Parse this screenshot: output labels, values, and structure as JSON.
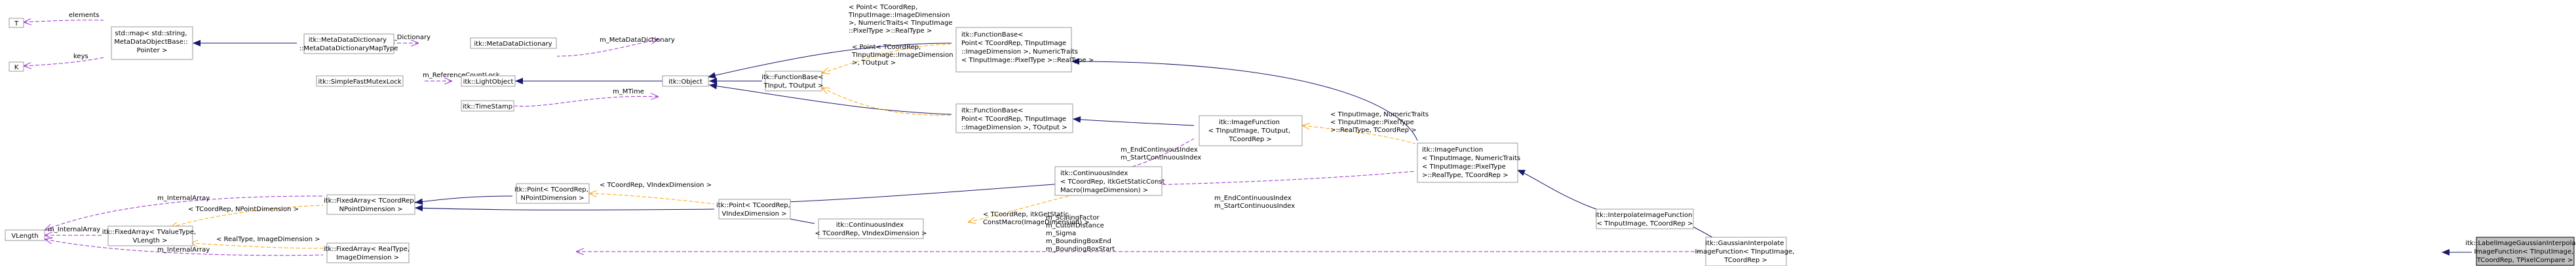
{
  "diagram": {
    "nodes": {
      "T": [
        "T"
      ],
      "K": [
        "K"
      ],
      "stdmap": [
        "std::map< std::string,",
        "MetaDataObjectBase::",
        "Pointer >"
      ],
      "mddmaptype": [
        "itk::MetaDataDictionary",
        "::MetaDataDictionaryMapType"
      ],
      "mdd": [
        "itk::MetaDataDictionary"
      ],
      "sfml": [
        "itk::SimpleFastMutexLock"
      ],
      "lightobject": [
        "itk::LightObject"
      ],
      "timestamp": [
        "itk::TimeStamp"
      ],
      "object": [
        "itk::Object"
      ],
      "fb_tinput": [
        "itk::FunctionBase<",
        "TInput, TOutput >"
      ],
      "fb_point_img": [
        "itk::FunctionBase<",
        "Point< TCoordRep, TInputImage",
        "::ImageDimension >, NumericTraits",
        "< TInputImage::PixelType >::RealType >"
      ],
      "fb_point_tout": [
        "itk::FunctionBase<",
        "Point< TCoordRep, TInputImage",
        "::ImageDimension >, TOutput >"
      ],
      "imagefunction_generic": [
        "itk::ImageFunction",
        "< TInputImage, TOutput,",
        "TCoordRep >"
      ],
      "imagefunction_real": [
        "itk::ImageFunction",
        "< TInputImage, NumericTraits",
        "< TInputImage::PixelType",
        ">::RealType, TCoordRep >"
      ],
      "interpolate": [
        "itk::InterpolateImageFunction",
        "< TInputImage, TCoordRep >"
      ],
      "gaussian": [
        "itk::GaussianInterpolate",
        "ImageFunction< TInputImage,",
        "TCoordRep >"
      ],
      "label": [
        "itk::LabelImageGaussianInterpolate",
        "ImageFunction< TInputImage,",
        "TCoordRep, TPixelCompare >"
      ],
      "vlength": [
        "VLength"
      ],
      "fixedarray_tvalue": [
        "itk::FixedArray< TValueType,",
        "VLength >"
      ],
      "fixedarray_coord": [
        "itk::FixedArray< TCoordRep,",
        "NPointDimension >"
      ],
      "fixedarray_real": [
        "itk::FixedArray< RealType,",
        "ImageDimension >"
      ],
      "point_npoint": [
        "itk::Point< TCoordRep,",
        "NPointDimension >"
      ],
      "point_vindex": [
        "itk::Point< TCoordRep,",
        "VIndexDimension >"
      ],
      "continuousindex_generic": [
        "itk::ContinuousIndex",
        "< TCoordRep, VIndexDimension >"
      ],
      "continuousindex_specific": [
        "itk::ContinuousIndex",
        "< TCoordRep, itkGetStaticConst",
        "Macro(ImageDimension) >"
      ]
    },
    "edges": {
      "elements": [
        "elements"
      ],
      "keys": [
        "keys"
      ],
      "dictionary": [
        "m_Dictionary"
      ],
      "metadatadictionary": [
        "m_MetaDataDictionary"
      ],
      "reference_count_lock": [
        "m_ReferenceCountLock"
      ],
      "mtime": [
        "m_MTime"
      ],
      "fb_point_img_tmpl": [
        "< Point< TCoordRep,",
        "TInputImage::ImageDimension",
        " >, NumericTraits< TInputImage",
        "::PixelType >::RealType >"
      ],
      "fb_point_tout_tmpl": [
        "< Point< TCoordRep,",
        "TInputImage::ImageDimension",
        " >, TOutput >"
      ],
      "imagefunction_tmpl": [
        "< TInputImage, NumericTraits",
        "< TInputImage::PixelType",
        " >::RealType, TCoordRep >"
      ],
      "endcontinuous_a": [
        "m_EndContinuousIndex",
        "m_StartContinuousIndex"
      ],
      "endcontinuous_b": [
        "m_EndContinuousIndex",
        "m_StartContinuousIndex"
      ],
      "internal_array_top": [
        "m_InternalArray"
      ],
      "internal_array_mid": [
        "m_InternalArray"
      ],
      "internal_array_bot": [
        "m_InternalArray"
      ],
      "tcoord_npoint": [
        "< TCoordRep, NPointDimension >"
      ],
      "tcoord_vindex": [
        "< TCoordRep, VIndexDimension >"
      ],
      "tcoord_static": [
        "< TCoordRep, itkGetStatic",
        "ConstMacro(ImageDimension) >"
      ],
      "realtype_imagedim": [
        "< RealType, ImageDimension >"
      ],
      "gaussian_members": [
        "m_ScalingFactor",
        "m_CutoffDistance",
        "m_Sigma",
        "m_BoundingBoxEnd",
        "m_BoundingBoxStart"
      ]
    }
  }
}
